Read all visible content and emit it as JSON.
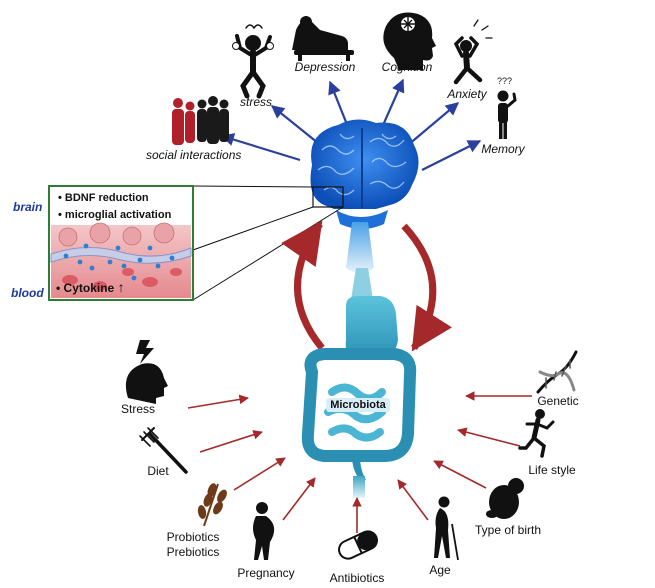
{
  "top_effects": {
    "social": "social interactions",
    "stress": "stress",
    "depression": "Depression",
    "cognition": "Cognition",
    "anxiety": "Anxiety",
    "memory": "Memory",
    "memory_marks": "???"
  },
  "inset": {
    "brain_label": "brain",
    "blood_label": "blood",
    "bullet1": "BDNF reduction",
    "bullet2": "microglial activation",
    "cytokine": "Cytokine",
    "bullet_char": "•",
    "arrow_up": "↑"
  },
  "center": {
    "microbiota": "Microbiota"
  },
  "factors": {
    "stress": "Stress",
    "diet": "Diet",
    "probiotics": "Probiotics",
    "prebiotics": "Prebiotics",
    "pregnancy": "Pregnancy",
    "antibiotics": "Antibiotics",
    "age": "Age",
    "type_of_birth": "Type of birth",
    "life_style": "Life style",
    "genetic": "Genetic"
  },
  "colors": {
    "blue_arrow": "#2b3f9e",
    "red_arrow": "#a5282b",
    "brain": "#1e6fd8",
    "gut": "#3aa7c6",
    "inset_border": "#2e7d32"
  }
}
